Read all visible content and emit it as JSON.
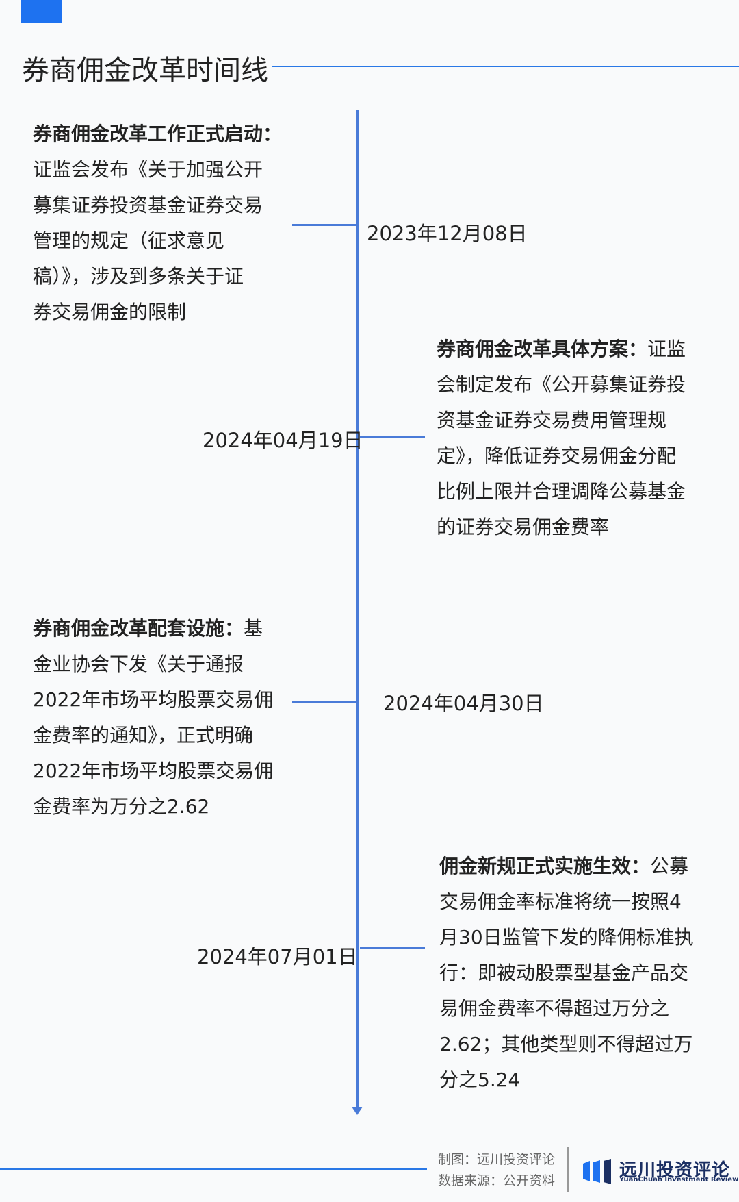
{
  "title": "券商佣金改革时间线",
  "colors": {
    "accent": "#1e72f0",
    "axis": "#4a7bd8",
    "logo": "#1b2f63"
  },
  "events": [
    {
      "date": "2023年12月08日",
      "heading": "券商佣金改革工作正式启动：",
      "lines": [
        "证监会发布《关于加强公开",
        "募集证券投资基金证券交易",
        "管理的规定（征求意见",
        "稿）》，涉及到多条关于证",
        "券交易佣金的限制"
      ]
    },
    {
      "date": "2024年04月19日",
      "heading": "券商佣金改革具体方案：",
      "first_tail": "证监",
      "lines": [
        "会制定发布《公开募集证券投",
        "资基金证券交易费用管理规",
        "定》，降低证券交易佣金分配",
        "比例上限并合理调降公募基金",
        "的证券交易佣金费率"
      ]
    },
    {
      "date": "2024年04月30日",
      "heading": "券商佣金改革配套设施：",
      "first_tail": "基",
      "lines": [
        "金业协会下发《关于通报",
        "2022年市场平均股票交易佣",
        "金费率的通知》，正式明确",
        "2022年市场平均股票交易佣",
        "金费率为万分之2.62"
      ]
    },
    {
      "date": "2024年07月01日",
      "heading": "佣金新规正式实施生效：",
      "first_tail": "公募",
      "lines": [
        "交易佣金率标准将统一按照4",
        "月30日监管下发的降佣标准执",
        "行：即被动股票型基金产品交",
        "易佣金费率不得超过万分之",
        "2.62；其他类型则不得超过万",
        "分之5.24"
      ]
    }
  ],
  "footer": {
    "credit_line1": "制图：远川投资评论",
    "credit_line2": "数据来源：公开资料",
    "logo_icon": "yuanchuan-logo-icon",
    "logo_cn": "远川投资评论",
    "logo_en": "YuanChuan Investment Review"
  }
}
